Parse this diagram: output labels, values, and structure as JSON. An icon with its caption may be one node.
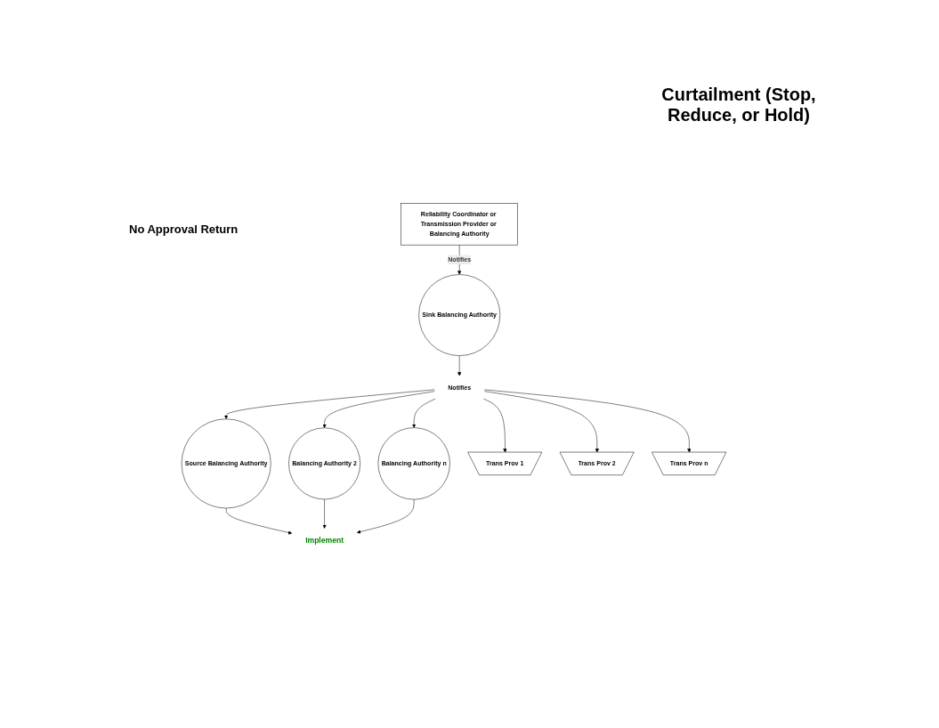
{
  "diagram": {
    "title": "Curtailment (Stop, Reduce, or Hold)",
    "nodes": [
      {
        "text": [
          "Reliability Coordinator or Transmission Provider or Balancing Authority"
        ]
      },
      {
        "text": [
          "Sink Balancing Authority"
        ]
      },
      {
        "text": [
          "Notifies"
        ]
      },
      {
        "text": [
          "Source Balancing Authority"
        ]
      },
      {
        "text": [
          "Balancing Authority 2"
        ]
      },
      {
        "text": [
          "Balancing Authority n"
        ]
      },
      {
        "text": [
          "Trans Prov 1"
        ]
      },
      {
        "text": [
          "Trans Prov 2"
        ]
      },
      {
        "text": [
          "Trans Prov n"
        ]
      },
      {
        "text": [
          "Implement"
        ]
      }
    ],
    "edges": [
      {
        "from": 0,
        "to": 1,
        "arrow": "to",
        "label": "Notifies"
      },
      {
        "from": 1,
        "to": 2,
        "arrow": "to"
      },
      {
        "from": 2,
        "to": 3,
        "arrow": "to"
      },
      {
        "from": 2,
        "to": 4,
        "arrow": "to"
      },
      {
        "from": 2,
        "to": 5,
        "arrow": "to"
      },
      {
        "from": 2,
        "to": 6,
        "arrow": "to"
      },
      {
        "from": 2,
        "to": 7,
        "arrow": "to"
      },
      {
        "from": 2,
        "to": 8,
        "arrow": "to"
      },
      {
        "from": 3,
        "to": 9,
        "arrow": "to"
      },
      {
        "from": 4,
        "to": 9,
        "arrow": "to"
      },
      {
        "from": 5,
        "to": 9,
        "arrow": "to"
      }
    ],
    "labels": [
      "No Approval Return"
    ]
  }
}
